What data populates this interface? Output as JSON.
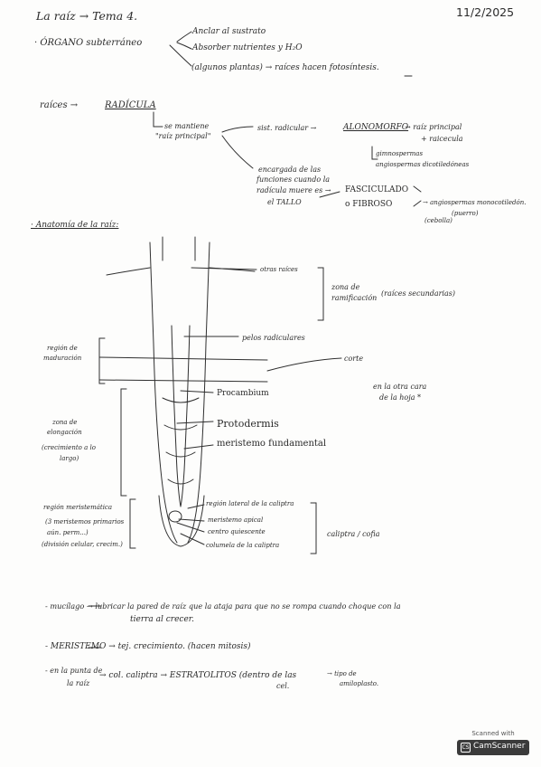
{
  "page": {
    "title": "La raíz → Tema 4.",
    "date": "11/2/2025"
  },
  "organ": {
    "heading": "· ÓRGANO subterráneo",
    "items": [
      "Anclar al sustrato",
      "Absorber nutrientes y H₂O",
      "(algunos plantas) → raíces hacen fotosíntesis."
    ]
  },
  "radicle": {
    "label": "raíces →",
    "term": "RADÍCULA",
    "note": [
      "se mantiene",
      "\"raíz principal\""
    ],
    "sys": "sist. radicular →",
    "allo": "ALONOMORFO",
    "allo_note": "→ raíz principal",
    "allo_note2": "+ raicecula",
    "gymno": [
      "gimnospermas",
      "angiospermas dicotiledóneas"
    ],
    "fibro_desc": [
      "encargada de las",
      "funciones cuando la",
      "radícula muere es →"
    ],
    "fasc": "FASCICULADO",
    "fib": "o FIBROSO",
    "trunk": "el TALLO",
    "mono": [
      "→ angiospermas monocotiledón.",
      "(puerro)",
      "(cebolla)"
    ]
  },
  "anatomy": {
    "heading": "· Anatomía de la raíz:",
    "labels": {
      "otras": "otras raíces",
      "zona_ram": [
        "zona de",
        "ramificación"
      ],
      "ram_note": "(raíces secundarias)",
      "pelos": "pelos radiculares",
      "corte": "corte",
      "otra_cara": [
        "en la otra cara",
        "de la hoja *"
      ],
      "maduracion": [
        "región de",
        "maduración"
      ],
      "procambium": "Procambium",
      "protodermis": "Protodermis",
      "meristemo_f": "meristemo fundamental",
      "elongacion": [
        "zona de",
        "elongación",
        "(crecimiento a lo",
        "largo)"
      ],
      "meristematica": [
        "región meristemática",
        "(3 meristemos primarios",
        "aún. perm...)",
        "(división celular, crecim.)"
      ],
      "lateral": "región lateral de la caliptra",
      "apical": "meristemo apical",
      "quiescente": "centro quiescente",
      "columela": "columela de la caliptra",
      "caliptra": "caliptra / cofia"
    }
  },
  "notes": {
    "mucilago": [
      "- mucílago → lubricar la pared de raíz que la ataja para que no se rompa cuando choque con la",
      "tierra al crecer."
    ],
    "meristemo": "- MERISTEMO → tej. crecimiento. (hacen mitosis)",
    "estratolitos": [
      "- en la punta de",
      "la raíz",
      "→ col. caliptra → ESTRATOLITOS (dentro de las",
      "cel.",
      "→ tipo de",
      "amiloplasto."
    ]
  },
  "badge": {
    "scanned": "Scanned with",
    "app": "CamScanner"
  }
}
